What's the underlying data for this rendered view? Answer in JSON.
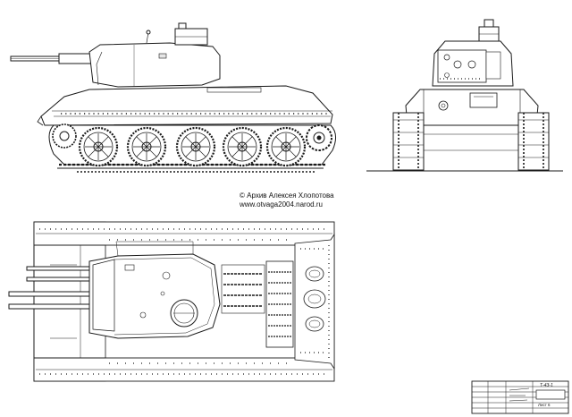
{
  "credit": {
    "line1": "© Архив Алексея Хлопотова",
    "line2": "www.otvaga2004.narod.ru"
  },
  "title_block": {
    "code": "Т-43-1",
    "sheet": "Лист 6"
  },
  "colors": {
    "ink": "#1a1a1a",
    "paper": "#ffffff",
    "shade": "#e6e6e6"
  }
}
